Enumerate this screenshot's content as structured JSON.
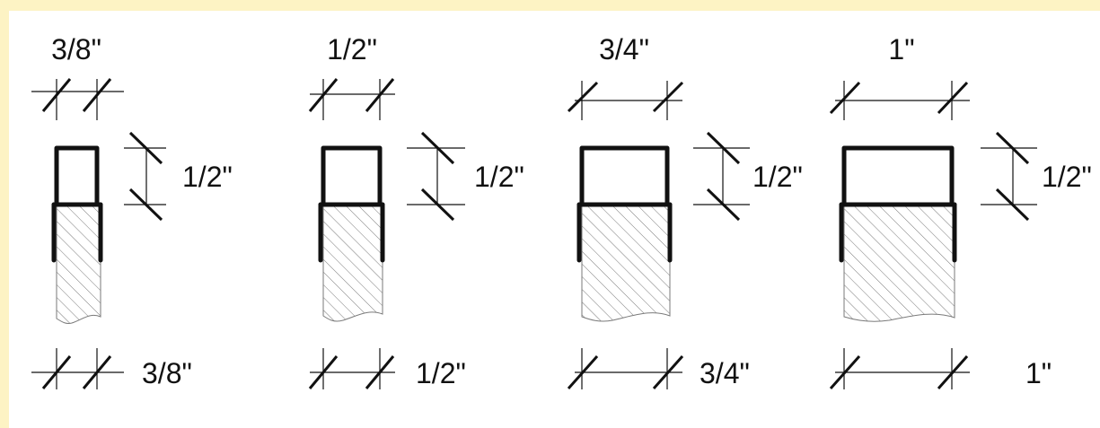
{
  "colors": {
    "frame": "#fdf3c4",
    "paper": "#ffffff",
    "ink": "#111111",
    "hatch": "#7a7a7a"
  },
  "details": [
    {
      "id": "d1",
      "top_label": "3/8\"",
      "side_label": "1/2\"",
      "bottom_label": "3/8\""
    },
    {
      "id": "d2",
      "top_label": "1/2\"",
      "side_label": "1/2\"",
      "bottom_label": "1/2\""
    },
    {
      "id": "d3",
      "top_label": "3/4\"",
      "side_label": "1/2\"",
      "bottom_label": "3/4\""
    },
    {
      "id": "d4",
      "top_label": "1\"",
      "side_label": "1/2\"",
      "bottom_label": "1\""
    }
  ]
}
